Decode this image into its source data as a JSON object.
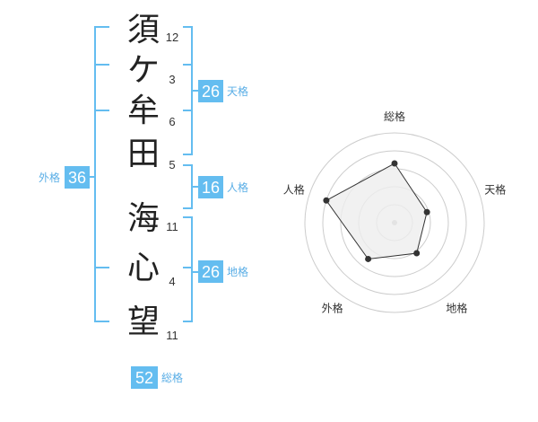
{
  "name": {
    "characters": [
      {
        "char": "須",
        "strokes": "12"
      },
      {
        "char": "ケ",
        "strokes": "3"
      },
      {
        "char": "牟",
        "strokes": "6"
      },
      {
        "char": "田",
        "strokes": "5"
      },
      {
        "char": "海",
        "strokes": "11"
      },
      {
        "char": "心",
        "strokes": "4"
      },
      {
        "char": "望",
        "strokes": "11"
      }
    ]
  },
  "kaku": {
    "tenkaku": {
      "value": "26",
      "label": "天格"
    },
    "jinkaku": {
      "value": "16",
      "label": "人格"
    },
    "chikaku": {
      "value": "26",
      "label": "地格"
    },
    "gaikaku": {
      "value": "36",
      "label": "外格"
    },
    "soukaku": {
      "value": "52",
      "label": "総格"
    }
  },
  "colors": {
    "accent": "#64bdf0",
    "label": "#5aaee6",
    "radar_fill": "#eeeeee",
    "radar_stroke": "#333333",
    "grid": "#cccccc"
  },
  "chart_data": {
    "type": "radar",
    "axes": [
      "総格",
      "天格",
      "地格",
      "外格",
      "人格"
    ],
    "values": [
      3.3,
      1.9,
      2.1,
      2.5,
      4.0
    ],
    "max": 5,
    "grid_rings": 5
  }
}
